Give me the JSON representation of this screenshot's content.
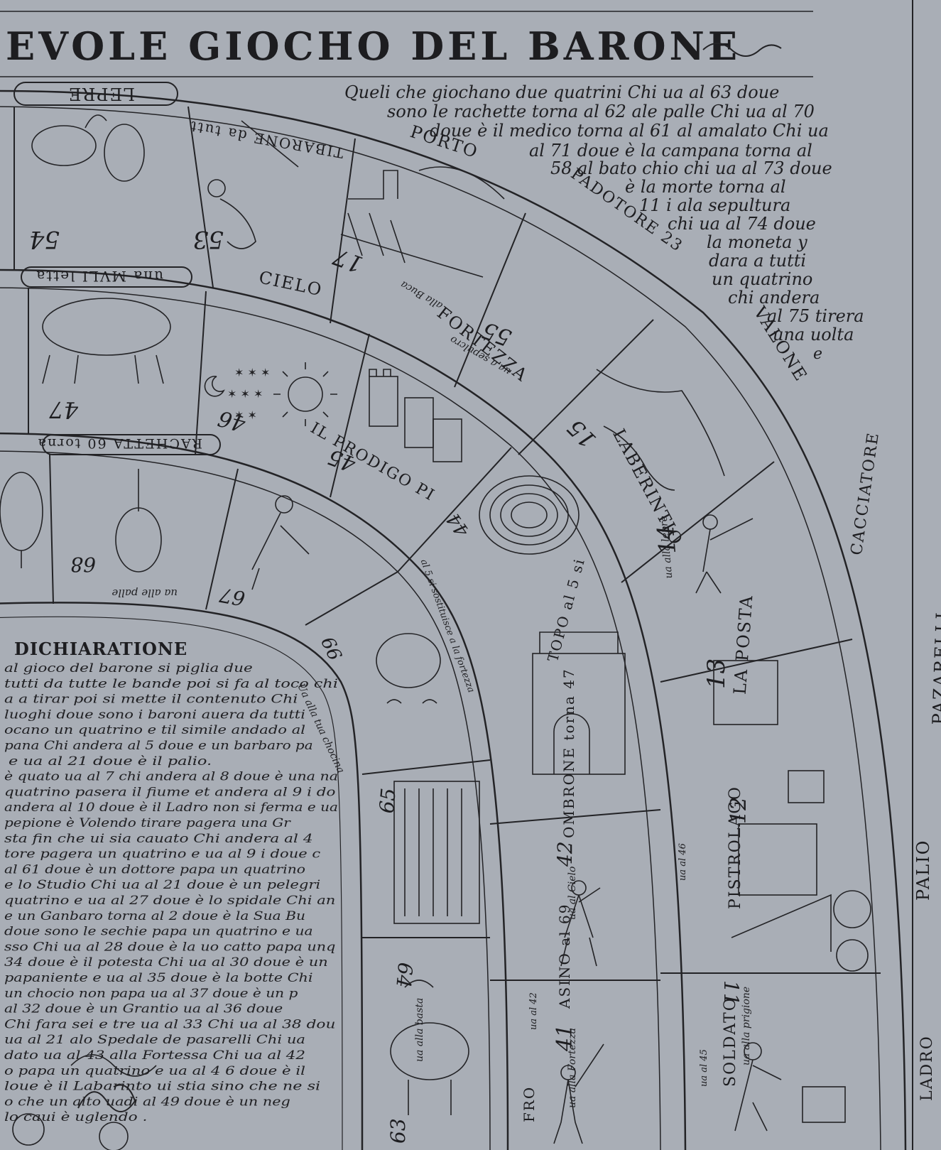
{
  "title": "EVOLE GIOCHO DEL BARONE",
  "colors": {
    "paper": "#a9aeb6",
    "ink": "#232326",
    "label_bg": "#c3c7cd"
  },
  "rules_text": [
    "Queli che giochano due quatrini Chi ua al 63 doue",
    "sono le rachette torna al 62 ale palle Chi ua al 70",
    "doue è il medico torna al 61 al amalato Chi ua",
    "al 71 doue è la campana torna al",
    "58 al bato chio chi ua al 73 doue",
    "è la morte torna al",
    "11 i ala sepultura",
    "chi ua al 74 doue",
    "la moneta y",
    "dara a tutti",
    "un quatrino",
    "chi andera",
    "al 75 tirera",
    "una uolta",
    "e"
  ],
  "declaration": {
    "heading": "DICHIARATIONE",
    "lines": [
      "al gioco del barone si piglia due",
      "tutti da tutte le bande poi si fa al toco chi",
      "a a tirar poi si mette il contenuto Chi",
      "luoghi doue sono i baroni auera da tutti",
      "ocano un quatrino e til simile andado al",
      "pana Chi andera al 5 doue e un barbaro pa",
      "e ua al 21 doue è il palio.",
      "è quato ua al 7 chi andera al 8 doue è una na",
      "quatrino pasera il fiume et andera al 9 i do",
      "andera al 10 doue è il Ladro non si ferma e ua",
      "pepione è Volendo tirare pagera una Gr",
      "sta fin che ui sia cauato Chi andera al 4",
      "tore pagera un quatrino e ua al 9 i doue c",
      "al 61 doue è un dottore papa un quatrino",
      "e lo Studio Chi ua al 21 doue è un pelegri",
      "quatrino e ua al 27 doue è lo spidale Chi an",
      "e un Ganbaro torna al 2 doue è la Sua Bu",
      "doue sono le sechie papa un quatrino e ua",
      "sso Chi ua al 28 doue è la uo catto papa unq",
      "34 doue è il potesta Chi ua al 30 doue è un",
      "papaniente e ua al 35 doue è la botte Chi",
      "un chocio non papa ua al 37 doue è un p",
      "al 32 doue è un Grantio ua al 36 doue",
      "Chi fara sei e tre ua al 33 Chi ua al 38 dou",
      "ua al 21 alo Spedale de pasarelli Chi ua",
      "dato ua al 43 alla Fortessa Chi ua al 42",
      "o papa un quatrino e ua al 4 6 doue è il",
      "loue è il Labarinto ui stia sino che ne si",
      "o che un alto uadi al 49 doue è un neg",
      "lo caui è uglendo ."
    ]
  },
  "board": {
    "ring1_labels": [
      "LEPRE",
      "TIBARONE da tutt",
      "PORTO",
      "PADOTORE 23",
      "VALONE",
      "CACCIATORE",
      "PAZARELLI",
      "PALIO",
      "LADRO"
    ],
    "ring2_labels": [
      "una MVLI letta",
      "CIELO",
      "FORTEZZA",
      "LABERINTIO",
      "LA POSTA",
      "PISTROLAGO",
      "SOLDATO"
    ],
    "ring3_labels": [
      "RACHETTA 60 torna",
      "IL PRODIGO PI",
      "TOPO al 5 si",
      "OMBRONE torna 47",
      "ASINO al 69",
      "FRO"
    ],
    "cell_numbers": [
      "54",
      "53",
      "17",
      "55",
      "47",
      "46",
      "45",
      "15",
      "44",
      "14",
      "68",
      "67",
      "13",
      "66",
      "65",
      "42",
      "12",
      "64",
      "41",
      "11",
      "63"
    ],
    "cell_captions": [
      "alla Buca",
      "ua a sepulcro",
      "ua alla lepre",
      "ua alle palle",
      "Ua alla tua chocina",
      "al 5 si sostituisce a la fortezza",
      "ua al Cielo",
      "ua al 46",
      "ua alla Fortezza",
      "ua alla prigione",
      "ua al 45",
      "ua alla basta",
      "ua al 42"
    ]
  }
}
